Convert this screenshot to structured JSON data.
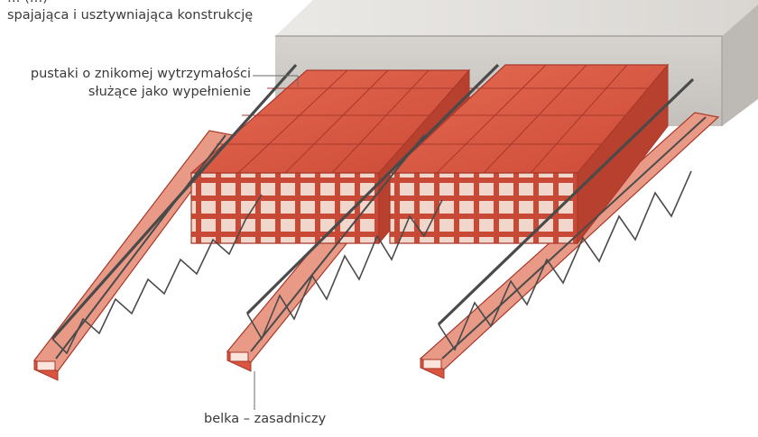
{
  "labels": {
    "top_line1": "… (…)",
    "top_line2": "spajająca i usztywniająca konstrukcję",
    "filler_line1": "pustaki o znikomej wytrzymałości",
    "filler_line2": "służące jako wypełnienie",
    "beam": "belka – zasadniczy"
  },
  "colors": {
    "brick": "#d9553f",
    "brick_dark": "#a8382a",
    "brick_light": "#ec8f78",
    "concrete": "#d4d2cf",
    "beam": "#e89a86",
    "steel": "#4a4a4a",
    "leader": "#6a6a6a",
    "text": "#3a3a3a"
  }
}
